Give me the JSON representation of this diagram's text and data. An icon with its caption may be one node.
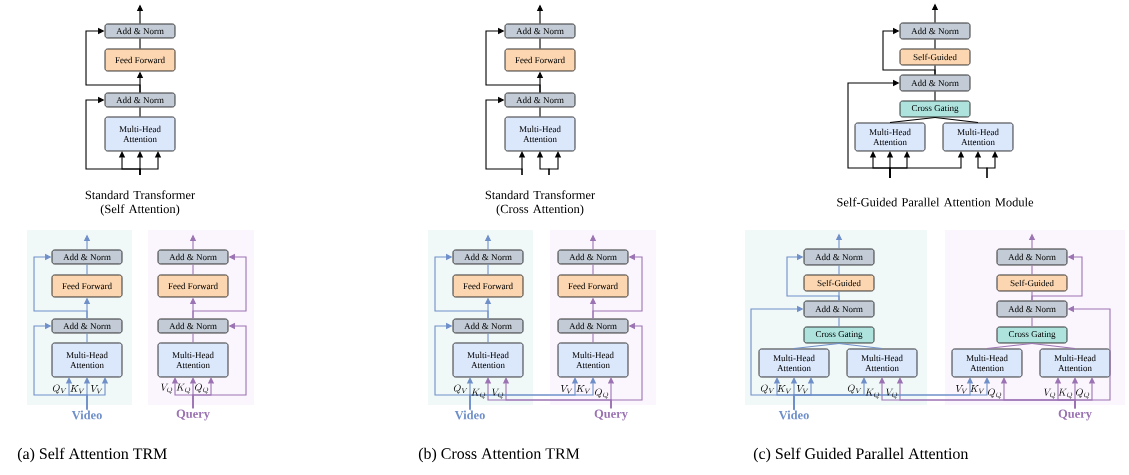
{
  "diagram": {
    "nodes": [
      {
        "text": [
          "Add & Norm"
        ]
      },
      {
        "text": [
          "Feed Forward"
        ]
      },
      {
        "text": [
          "Add & Norm"
        ]
      },
      {
        "text": [
          "Multi-Head Attention"
        ]
      },
      {
        "text": [
          "Add & Norm"
        ]
      },
      {
        "text": [
          "Feed Forward"
        ]
      },
      {
        "text": [
          "Add & Norm"
        ]
      },
      {
        "text": [
          "Multi-Head Attention"
        ]
      },
      {
        "text": [
          "Add & Norm"
        ]
      },
      {
        "text": [
          "Self-Guided"
        ]
      },
      {
        "text": [
          "Add & Norm"
        ]
      },
      {
        "text": [
          "Cross Gating"
        ]
      },
      {
        "text": [
          "Multi-Head Attention"
        ]
      },
      {
        "text": [
          "Multi-Head Attention"
        ]
      },
      {
        "text": [],
        "shape": "box"
      },
      {
        "text": [
          "Add & Norm"
        ],
        "in": 14
      },
      {
        "text": [
          "Feed Forward"
        ],
        "in": 14
      },
      {
        "text": [
          "Add & Norm"
        ],
        "in": 14
      },
      {
        "text": [
          "Multi-Head Attention"
        ],
        "in": 14
      },
      {
        "text": [],
        "shape": "box"
      },
      {
        "text": [
          "Add & Norm"
        ],
        "in": 19
      },
      {
        "text": [
          "Feed Forward"
        ],
        "in": 19
      },
      {
        "text": [
          "Add & Norm"
        ],
        "in": 19
      },
      {
        "text": [
          "Multi-Head Attention"
        ],
        "in": 19
      },
      {
        "text": [
          "Video"
        ]
      },
      {
        "text": [
          "Query"
        ]
      },
      {
        "text": [],
        "shape": "box"
      },
      {
        "text": [
          "Add & Norm"
        ],
        "in": 26
      },
      {
        "text": [
          "Feed Forward"
        ],
        "in": 26
      },
      {
        "text": [
          "Add & Norm"
        ],
        "in": 26
      },
      {
        "text": [
          "Multi-Head Attention"
        ],
        "in": 26
      },
      {
        "text": [],
        "shape": "box"
      },
      {
        "text": [
          "Add & Norm"
        ],
        "in": 31
      },
      {
        "text": [
          "Feed Forward"
        ],
        "in": 31
      },
      {
        "text": [
          "Add & Norm"
        ],
        "in": 31
      },
      {
        "text": [
          "Multi-Head Attention"
        ],
        "in": 31
      },
      {
        "text": [
          "Video"
        ]
      },
      {
        "text": [
          "Query"
        ]
      },
      {
        "text": [],
        "shape": "box"
      },
      {
        "text": [
          "Add & Norm"
        ],
        "in": 38
      },
      {
        "text": [
          "Self-Guided"
        ],
        "in": 38
      },
      {
        "text": [
          "Add & Norm"
        ],
        "in": 38
      },
      {
        "text": [
          "Cross Gating"
        ],
        "in": 38
      },
      {
        "text": [
          "Multi-Head Attention"
        ],
        "in": 38
      },
      {
        "text": [
          "Multi-Head Attention"
        ],
        "in": 38
      },
      {
        "text": [],
        "shape": "box"
      },
      {
        "text": [
          "Add & Norm"
        ],
        "in": 45
      },
      {
        "text": [
          "Self-Guided"
        ],
        "in": 45
      },
      {
        "text": [
          "Add & Norm"
        ],
        "in": 45
      },
      {
        "text": [
          "Cross Gating"
        ],
        "in": 45
      },
      {
        "text": [
          "Multi-Head Attention"
        ],
        "in": 45
      },
      {
        "text": [
          "Multi-Head Attention"
        ],
        "in": 45
      },
      {
        "text": [
          "Video"
        ]
      },
      {
        "text": [
          "Query"
        ]
      }
    ],
    "edges": [
      {
        "from": 3,
        "to": 2,
        "arrow": "none"
      },
      {
        "from": 2,
        "to": 1,
        "arrow": "to"
      },
      {
        "from": 1,
        "to": 0,
        "arrow": "none"
      },
      {
        "from": 0,
        "to": null,
        "arrow": "to"
      },
      {
        "from": 2,
        "to": 0,
        "arrow": "to"
      },
      {
        "from": null,
        "to": 2,
        "arrow": "to"
      },
      {
        "from": null,
        "to": 3,
        "arrow": "to"
      },
      {
        "from": null,
        "to": 3,
        "arrow": "to"
      },
      {
        "from": null,
        "to": 3,
        "arrow": "to"
      },
      {
        "from": 7,
        "to": 6,
        "arrow": "none"
      },
      {
        "from": 6,
        "to": 5,
        "arrow": "to"
      },
      {
        "from": 5,
        "to": 4,
        "arrow": "none"
      },
      {
        "from": 4,
        "to": null,
        "arrow": "to"
      },
      {
        "from": 6,
        "to": 4,
        "arrow": "to"
      },
      {
        "from": null,
        "to": 6,
        "arrow": "to"
      },
      {
        "from": null,
        "to": 7,
        "arrow": "to"
      },
      {
        "from": null,
        "to": 7,
        "arrow": "to"
      },
      {
        "from": null,
        "to": 7,
        "arrow": "to"
      },
      {
        "from": 12,
        "to": 11,
        "arrow": "none"
      },
      {
        "from": 13,
        "to": 11,
        "arrow": "none"
      },
      {
        "from": 11,
        "to": 10,
        "arrow": "none"
      },
      {
        "from": 10,
        "to": 9,
        "arrow": "none"
      },
      {
        "from": 9,
        "to": 8,
        "arrow": "none"
      },
      {
        "from": 8,
        "to": null,
        "arrow": "to"
      },
      {
        "from": 10,
        "to": 8,
        "arrow": "to"
      },
      {
        "from": null,
        "to": 10,
        "arrow": "to"
      },
      {
        "from": null,
        "to": 12,
        "arrow": "to"
      },
      {
        "from": null,
        "to": 12,
        "arrow": "to"
      },
      {
        "from": null,
        "to": 12,
        "arrow": "to"
      },
      {
        "from": null,
        "to": 13,
        "arrow": "to"
      },
      {
        "from": null,
        "to": 13,
        "arrow": "to"
      },
      {
        "from": null,
        "to": 13,
        "arrow": "to"
      },
      {
        "from": 18,
        "to": 17,
        "arrow": "none",
        "color": "#6f8fc9"
      },
      {
        "from": 17,
        "to": 16,
        "arrow": "to",
        "color": "#6f8fc9"
      },
      {
        "from": 16,
        "to": 15,
        "arrow": "none",
        "color": "#6f8fc9"
      },
      {
        "from": 15,
        "to": null,
        "arrow": "to",
        "color": "#6f8fc9"
      },
      {
        "from": 17,
        "to": 15,
        "arrow": "to",
        "color": "#6f8fc9"
      },
      {
        "from": 24,
        "to": 17,
        "arrow": "to",
        "color": "#6f8fc9"
      },
      {
        "from": 24,
        "to": 18,
        "arrow": "to",
        "label": "Q_V",
        "color": "#6f8fc9"
      },
      {
        "from": 24,
        "to": 18,
        "arrow": "to",
        "label": "K_V",
        "color": "#6f8fc9"
      },
      {
        "from": 24,
        "to": 18,
        "arrow": "to",
        "label": "V_V",
        "color": "#6f8fc9"
      },
      {
        "from": 23,
        "to": 22,
        "arrow": "none",
        "color": "#9b73b3"
      },
      {
        "from": 22,
        "to": 21,
        "arrow": "to",
        "color": "#9b73b3"
      },
      {
        "from": 21,
        "to": 20,
        "arrow": "none",
        "color": "#9b73b3"
      },
      {
        "from": 20,
        "to": null,
        "arrow": "to",
        "color": "#9b73b3"
      },
      {
        "from": 22,
        "to": 20,
        "arrow": "to",
        "color": "#9b73b3"
      },
      {
        "from": 25,
        "to": 22,
        "arrow": "to",
        "color": "#9b73b3"
      },
      {
        "from": 25,
        "to": 23,
        "arrow": "to",
        "label": "V_Q",
        "color": "#9b73b3"
      },
      {
        "from": 25,
        "to": 23,
        "arrow": "to",
        "label": "K_Q",
        "color": "#9b73b3"
      },
      {
        "from": 25,
        "to": 23,
        "arrow": "to",
        "label": "Q_Q",
        "color": "#9b73b3"
      },
      {
        "from": 30,
        "to": 29,
        "arrow": "none",
        "color": "#6f8fc9"
      },
      {
        "from": 29,
        "to": 28,
        "arrow": "to",
        "color": "#6f8fc9"
      },
      {
        "from": 28,
        "to": 27,
        "arrow": "none",
        "color": "#6f8fc9"
      },
      {
        "from": 27,
        "to": null,
        "arrow": "to",
        "color": "#6f8fc9"
      },
      {
        "from": 29,
        "to": 27,
        "arrow": "to",
        "color": "#6f8fc9"
      },
      {
        "from": 36,
        "to": 29,
        "arrow": "to",
        "color": "#6f8fc9"
      },
      {
        "from": 36,
        "to": 30,
        "arrow": "to",
        "label": "Q_V",
        "color": "#6f8fc9"
      },
      {
        "from": 37,
        "to": 30,
        "arrow": "to",
        "label": "K_Q",
        "color": "#9b73b3"
      },
      {
        "from": 37,
        "to": 30,
        "arrow": "to",
        "label": "V_Q",
        "color": "#9b73b3"
      },
      {
        "from": 35,
        "to": 34,
        "arrow": "none",
        "color": "#9b73b3"
      },
      {
        "from": 34,
        "to": 33,
        "arrow": "to",
        "color": "#9b73b3"
      },
      {
        "from": 33,
        "to": 32,
        "arrow": "none",
        "color": "#9b73b3"
      },
      {
        "from": 32,
        "to": null,
        "arrow": "to",
        "color": "#9b73b3"
      },
      {
        "from": 34,
        "to": 32,
        "arrow": "to",
        "color": "#9b73b3"
      },
      {
        "from": 37,
        "to": 34,
        "arrow": "to",
        "color": "#9b73b3"
      },
      {
        "from": 36,
        "to": 35,
        "arrow": "to",
        "label": "V_V",
        "color": "#6f8fc9"
      },
      {
        "from": 36,
        "to": 35,
        "arrow": "to",
        "label": "K_V",
        "color": "#6f8fc9"
      },
      {
        "from": 37,
        "to": 35,
        "arrow": "to",
        "label": "Q_Q",
        "color": "#9b73b3"
      },
      {
        "from": 43,
        "to": 42,
        "arrow": "none",
        "color": "#6f8fc9"
      },
      {
        "from": 44,
        "to": 42,
        "arrow": "none",
        "color": "#6f8fc9"
      },
      {
        "from": 42,
        "to": 41,
        "arrow": "none",
        "color": "#6f8fc9"
      },
      {
        "from": 41,
        "to": 40,
        "arrow": "none",
        "color": "#6f8fc9"
      },
      {
        "from": 40,
        "to": 39,
        "arrow": "none",
        "color": "#6f8fc9"
      },
      {
        "from": 39,
        "to": null,
        "arrow": "to",
        "color": "#6f8fc9"
      },
      {
        "from": 41,
        "to": 39,
        "arrow": "to",
        "color": "#6f8fc9"
      },
      {
        "from": 52,
        "to": 41,
        "arrow": "to",
        "color": "#6f8fc9"
      },
      {
        "from": 52,
        "to": 43,
        "arrow": "to",
        "label": "Q_V",
        "color": "#6f8fc9"
      },
      {
        "from": 52,
        "to": 43,
        "arrow": "to",
        "label": "K_V",
        "color": "#6f8fc9"
      },
      {
        "from": 52,
        "to": 43,
        "arrow": "to",
        "label": "V_V",
        "color": "#6f8fc9"
      },
      {
        "from": 52,
        "to": 44,
        "arrow": "to",
        "label": "Q_V",
        "color": "#6f8fc9"
      },
      {
        "from": 53,
        "to": 44,
        "arrow": "to",
        "label": "K_Q",
        "color": "#9b73b3"
      },
      {
        "from": 53,
        "to": 44,
        "arrow": "to",
        "label": "V_Q",
        "color": "#9b73b3"
      },
      {
        "from": 50,
        "to": 49,
        "arrow": "none",
        "color": "#9b73b3"
      },
      {
        "from": 51,
        "to": 49,
        "arrow": "none",
        "color": "#9b73b3"
      },
      {
        "from": 49,
        "to": 48,
        "arrow": "none",
        "color": "#9b73b3"
      },
      {
        "from": 48,
        "to": 47,
        "arrow": "none",
        "color": "#9b73b3"
      },
      {
        "from": 47,
        "to": 46,
        "arrow": "none",
        "color": "#9b73b3"
      },
      {
        "from": 46,
        "to": null,
        "arrow": "to",
        "color": "#9b73b3"
      },
      {
        "from": 48,
        "to": 46,
        "arrow": "to",
        "color": "#9b73b3"
      },
      {
        "from": 53,
        "to": 48,
        "arrow": "to",
        "color": "#9b73b3"
      },
      {
        "from": 52,
        "to": 50,
        "arrow": "to",
        "label": "V_V",
        "color": "#6f8fc9"
      },
      {
        "from": 52,
        "to": 50,
        "arrow": "to",
        "label": "K_V",
        "color": "#6f8fc9"
      },
      {
        "from": 53,
        "to": 50,
        "arrow": "to",
        "label": "Q_Q",
        "color": "#9b73b3"
      },
      {
        "from": 53,
        "to": 51,
        "arrow": "to",
        "label": "V_Q",
        "color": "#9b73b3"
      },
      {
        "from": 53,
        "to": 51,
        "arrow": "to",
        "label": "K_Q",
        "color": "#9b73b3"
      },
      {
        "from": 53,
        "to": 51,
        "arrow": "to",
        "label": "Q_Q",
        "color": "#9b73b3"
      }
    ],
    "labels": [
      "Standard Transformer (Self Attention)",
      "Standard Transformer (Cross Attention)",
      "Self-Guided Parallel Attention Module",
      "(a) Self Attention TRM",
      "(b) Cross Attention TRM",
      "(c) Self Guided Parallel Attention"
    ]
  }
}
